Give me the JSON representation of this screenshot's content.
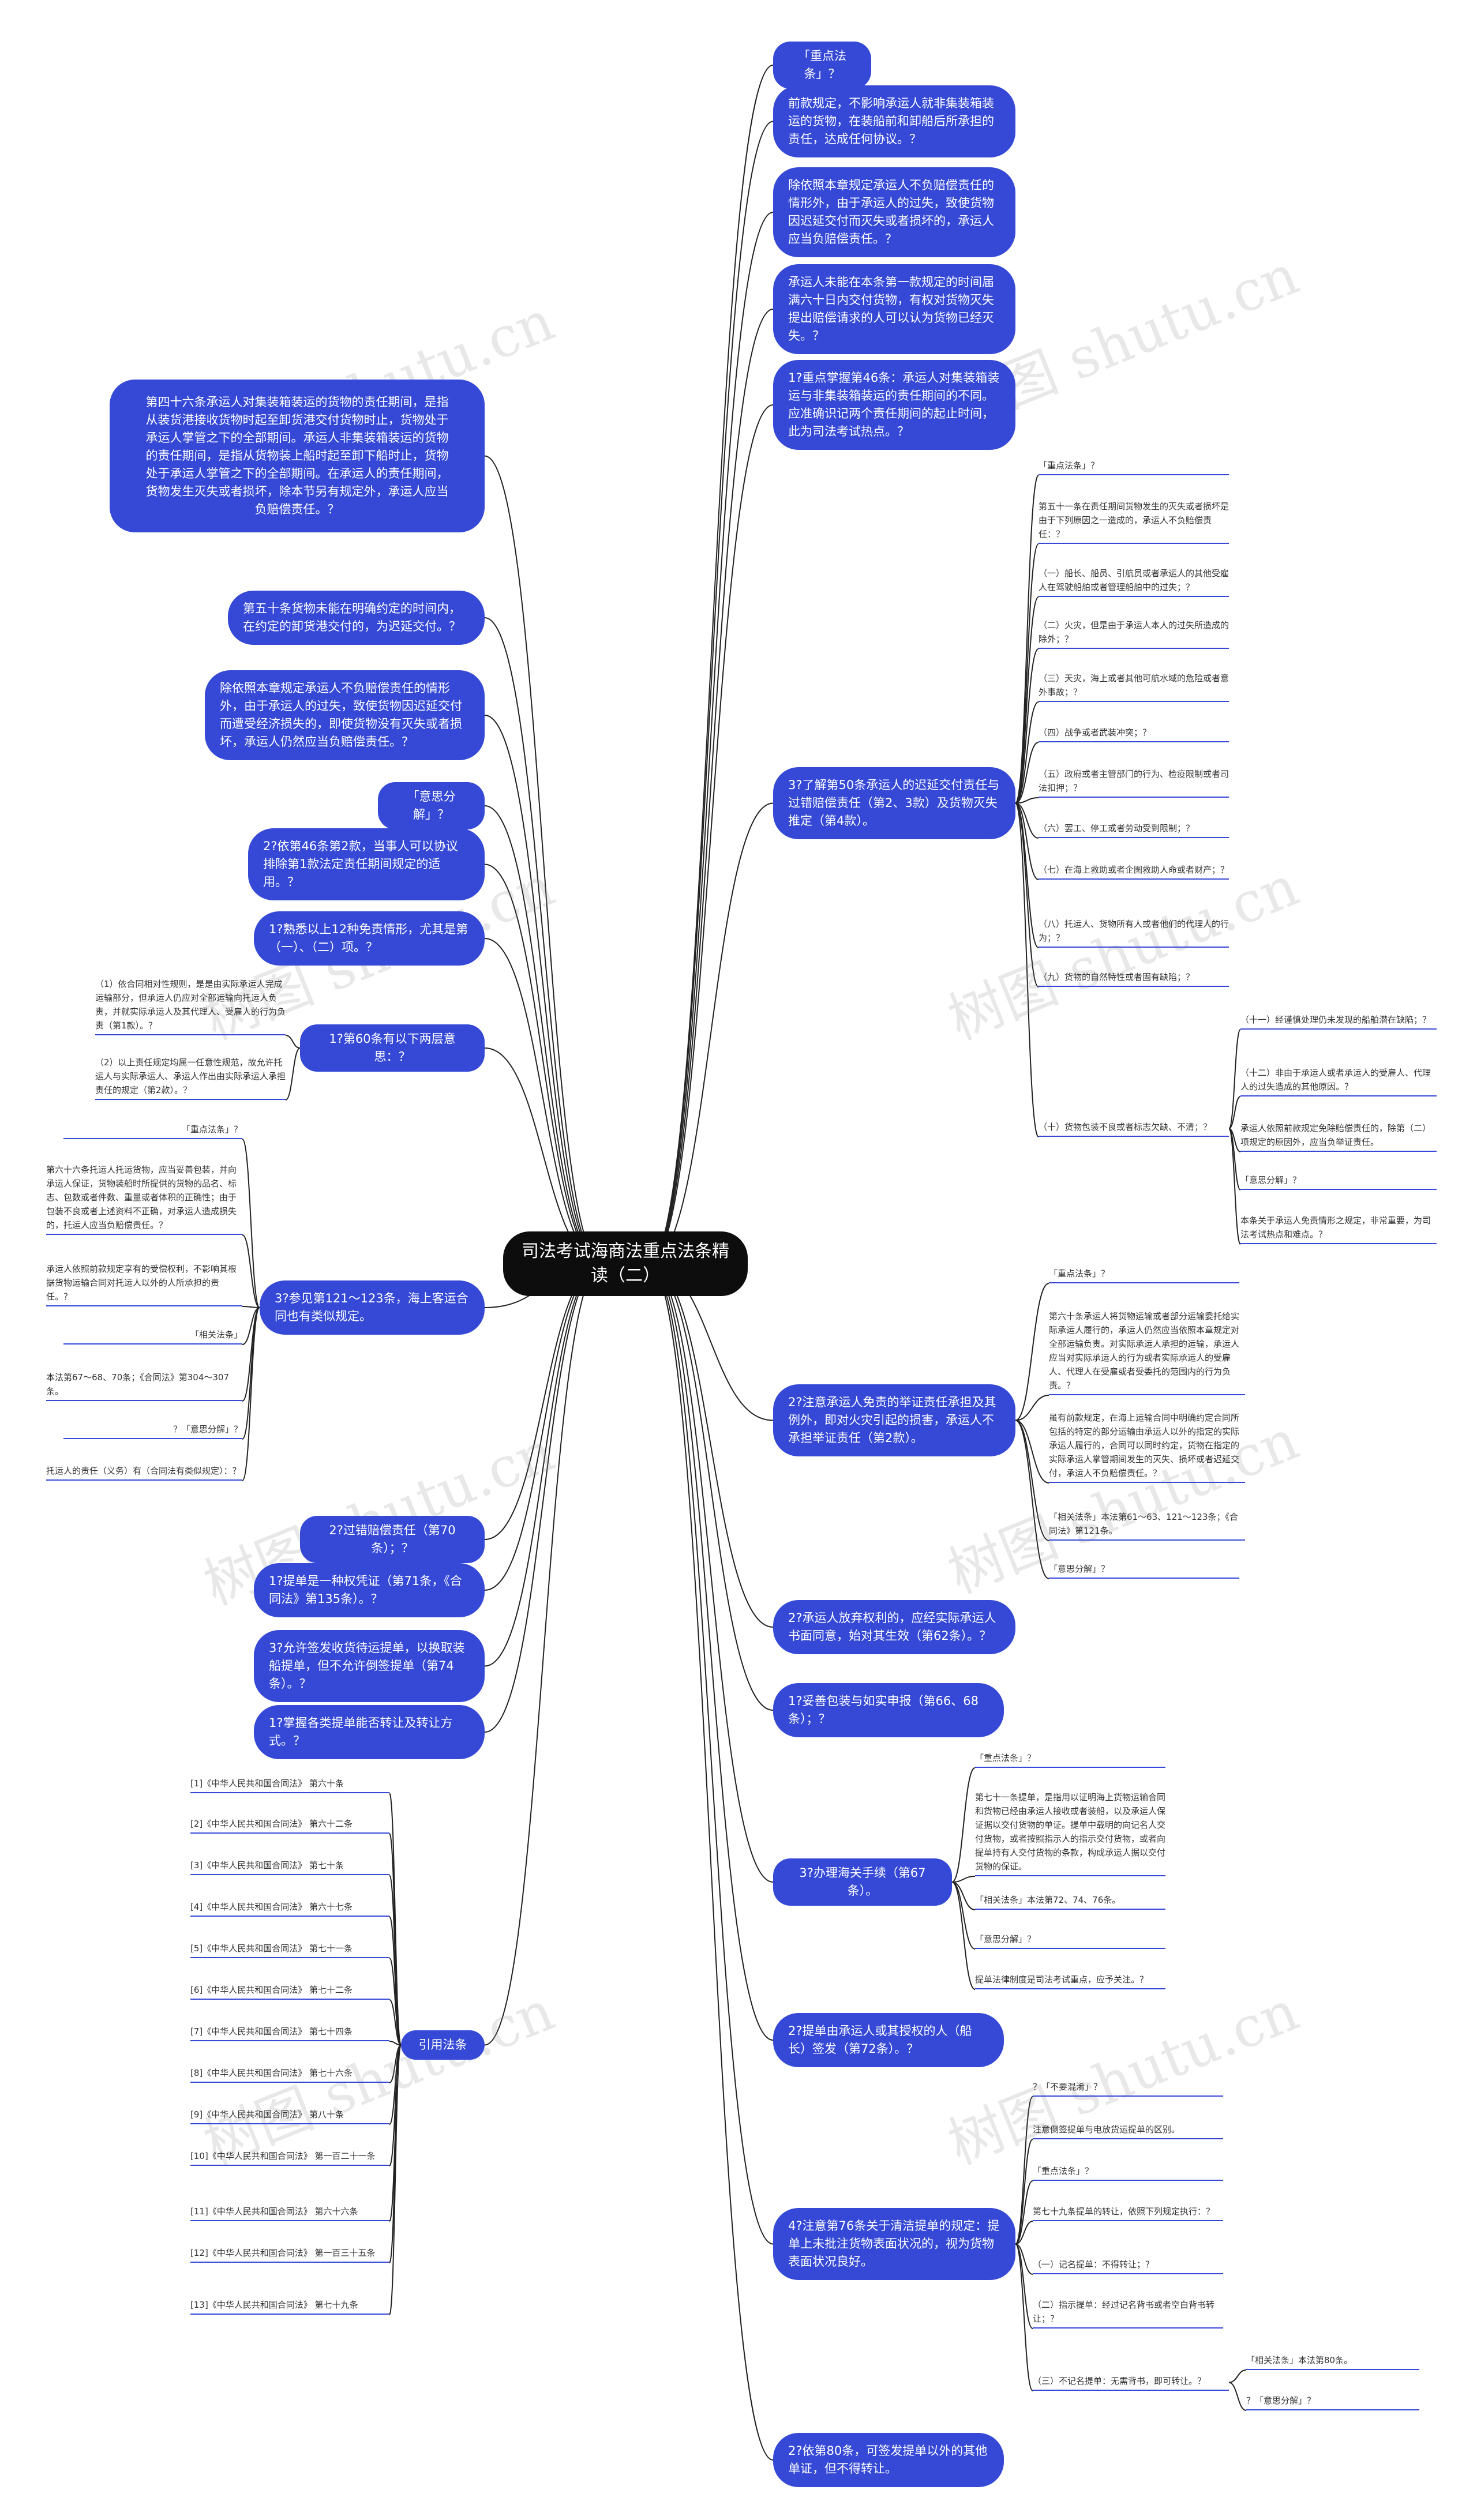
{
  "root": "司法考试海商法重点法条精读（二）",
  "watermark": "树图 shutu.cn",
  "right_branches": {
    "r1": "「重点法条」？",
    "r2": "前款规定，不影响承运人就非集装箱装运的货物，在装船前和卸船后所承担的责任，达成任何协议。？",
    "r3": "除依照本章规定承运人不负赔偿责任的情形外，由于承运人的过失，致使货物因迟延交付而灭失或者损坏的，承运人应当负赔偿责任。？",
    "r4": "承运人未能在本条第一款规定的时间届满六十日内交付货物，有权对货物灭失提出赔偿请求的人可以认为货物已经灭失。？",
    "r5": "1?重点掌握第46条：承运人对集装箱装运与非集装箱装运的责任期间的不同。应准确识记两个责任期间的起止时间，此为司法考试热点。？",
    "r6": "3?了解第50条承运人的迟延交付责任与过错赔偿责任（第2、3款）及货物灭失推定（第4款）。",
    "r7": "2?注意承运人免责的举证责任承担及其例外，即对火灾引起的损害，承运人不承担举证责任（第2款）。",
    "r8": "2?承运人放弃权利的，应经实际承运人书面同意，始对其生效（第62条）。？",
    "r9": "1?妥善包装与如实申报（第66、68条）；？",
    "r10": "3?办理海关手续（第67条）。",
    "r11": "2?提单由承运人或其授权的人（船长）签发（第72条）。？",
    "r12": "4?注意第76条关于清洁提单的规定：提单上未批注货物表面状况的，视为货物表面状况良好。",
    "r13": "2?依第80条，可签发提单以外的其他单证，但不得转让。"
  },
  "r6_children": [
    "「重点法条」？",
    "第五十一条在责任期间货物发生的灭失或者损坏是由于下列原因之一造成的，承运人不负赔偿责任：？",
    "（一）船长、船员、引航员或者承运人的其他受雇人在驾驶船舶或者管理船舶中的过失；？",
    "（二）火灾，但是由于承运人本人的过失所造成的除外；？",
    "（三）天灾，海上或者其他可航水域的危险或者意外事故；？",
    "（四）战争或者武装冲突；？",
    "（五）政府或者主管部门的行为、检疫限制或者司法扣押；？",
    "（六）罢工、停工或者劳动受到限制；？",
    "（七）在海上救助或者企图救助人命或者财产；？",
    "（八）托运人、货物所有人或者他们的代理人的行为；？",
    "（九）货物的自然特性或者固有缺陷；？",
    "（十）货物包装不良或者标志欠缺、不清；？"
  ],
  "r6_sub": [
    "（十一）经谨慎处理仍未发现的船舶潜在缺陷；？",
    "（十二）非由于承运人或者承运人的受雇人、代理人的过失造成的其他原因。？",
    "承运人依照前款规定免除赔偿责任的，除第（二）项规定的原因外，应当负举证责任。",
    "「意思分解」？",
    "本条关于承运人免责情形之规定，非常重要，为司法考试热点和难点。？"
  ],
  "r7_children": [
    "「重点法条」？",
    "第六十条承运人将货物运输或者部分运输委托给实际承运人履行的，承运人仍然应当依照本章规定对全部运输负责。对实际承运人承担的运输，承运人应当对实际承运人的行为或者实际承运人的受雇人、代理人在受雇或者受委托的范围内的行为负责。？",
    "虽有前款规定，在海上运输合同中明确约定合同所包括的特定的部分运输由承运人以外的指定的实际承运人履行的，合同可以同时约定，货物在指定的实际承运人掌管期间发生的灭失、损坏或者迟延交付，承运人不负赔偿责任。？",
    "「相关法条」本法第61～63、121～123条；《合同法》第121条。",
    "「意思分解」？"
  ],
  "r10_children": [
    "「重点法条」？",
    "第七十一条提单，是指用以证明海上货物运输合同和货物已经由承运人接收或者装船，以及承运人保证据以交付货物的单证。提单中载明的向记名人交付货物，或者按照指示人的指示交付货物，或者向提单持有人交付货物的条款，构成承运人据以交付货物的保证。",
    "「相关法条」本法第72、74、76条。",
    "「意思分解」？",
    "提单法律制度是司法考试重点，应予关注。？"
  ],
  "r12_children": [
    "？「不要混淆」？",
    "注意倒签提单与电放货运提单的区别。",
    "「重点法条」？",
    "第七十九条提单的转让，依照下列规定执行：？",
    "（一）记名提单：不得转让；？",
    "（二）指示提单：经过记名背书或者空白背书转让；？",
    "（三）不记名提单：无需背书，即可转让。？"
  ],
  "r12_sub": [
    "「相关法条」本法第80条。",
    "？「意思分解」？"
  ],
  "left_branches": {
    "l1": "第四十六条承运人对集装箱装运的货物的责任期间，是指从装货港接收货物时起至卸货港交付货物时止，货物处于承运人掌管之下的全部期间。承运人非集装箱装运的货物的责任期间，是指从货物装上船时起至卸下船时止，货物处于承运人掌管之下的全部期间。在承运人的责任期间，货物发生灭失或者损坏，除本节另有规定外，承运人应当负赔偿责任。？",
    "l2": "第五十条货物未能在明确约定的时间内，在约定的卸货港交付的，为迟延交付。？",
    "l3": "除依照本章规定承运人不负赔偿责任的情形外，由于承运人的过失，致使货物因迟延交付而遭受经济损失的，即使货物没有灭失或者损坏，承运人仍然应当负赔偿责任。？",
    "l4": "「意思分解」？",
    "l5": "2?依第46条第2款，当事人可以协议排除第1款法定责任期间规定的适用。？",
    "l6": "1?熟悉以上12种免责情形，尤其是第（一）、（二）项。？",
    "l7": "1?第60条有以下两层意思：？",
    "l8": "3?参见第121～123条，海上客运合同也有类似规定。",
    "l9": "2?过错赔偿责任（第70条）；？",
    "l10": "1?提单是一种权凭证（第71条，《合同法》第135条）。？",
    "l11": "3?允许签发收货待运提单，以换取装船提单，但不允许倒签提单（第74条）。？",
    "l12": "1?掌握各类提单能否转让及转让方式。？",
    "l13": "引用法条"
  },
  "l7_children": [
    "（1）依合同相对性规则，是是由实际承运人完成运输部分，但承运人仍应对全部运输向托运人负责，并就实际承运人及其代理人、受雇人的行为负责（第1款）。？",
    "（2）以上责任规定均属一任意性规范，故允许托运人与实际承运人、承运人作出由实际承运人承担责任的规定（第2款）。？"
  ],
  "l8_children": [
    "「重点法条」？",
    "第六十六条托运人托运货物，应当妥善包装，并向承运人保证，货物装船时所提供的货物的品名、标志、包数或者件数、重量或者体积的正确性；由于包装不良或者上述资料不正确，对承运人造成损失的，托运人应当负赔偿责任。？",
    "承运人依照前款规定享有的受偿权利，不影响其根据货物运输合同对托运人以外的人所承担的责任。？",
    "「相关法条」",
    "本法第67～68、70条；《合同法》第304～307条。",
    "？「意思分解」？",
    "托运人的责任（义务）有（合同法有类似规定）：？"
  ],
  "l13_children": [
    "[1]《中华人民共和国合同法》 第六十条",
    "[2]《中华人民共和国合同法》 第六十二条",
    "[3]《中华人民共和国合同法》 第七十条",
    "[4]《中华人民共和国合同法》 第六十七条",
    "[5]《中华人民共和国合同法》 第七十一条",
    "[6]《中华人民共和国合同法》 第七十二条",
    "[7]《中华人民共和国合同法》 第七十四条",
    "[8]《中华人民共和国合同法》 第七十六条",
    "[9]《中华人民共和国合同法》 第八十条",
    "[10]《中华人民共和国合同法》 第一百二十一条",
    "[11]《中华人民共和国合同法》 第六十六条",
    "[12]《中华人民共和国合同法》 第一百三十五条",
    "[13]《中华人民共和国合同法》 第七十九条"
  ]
}
